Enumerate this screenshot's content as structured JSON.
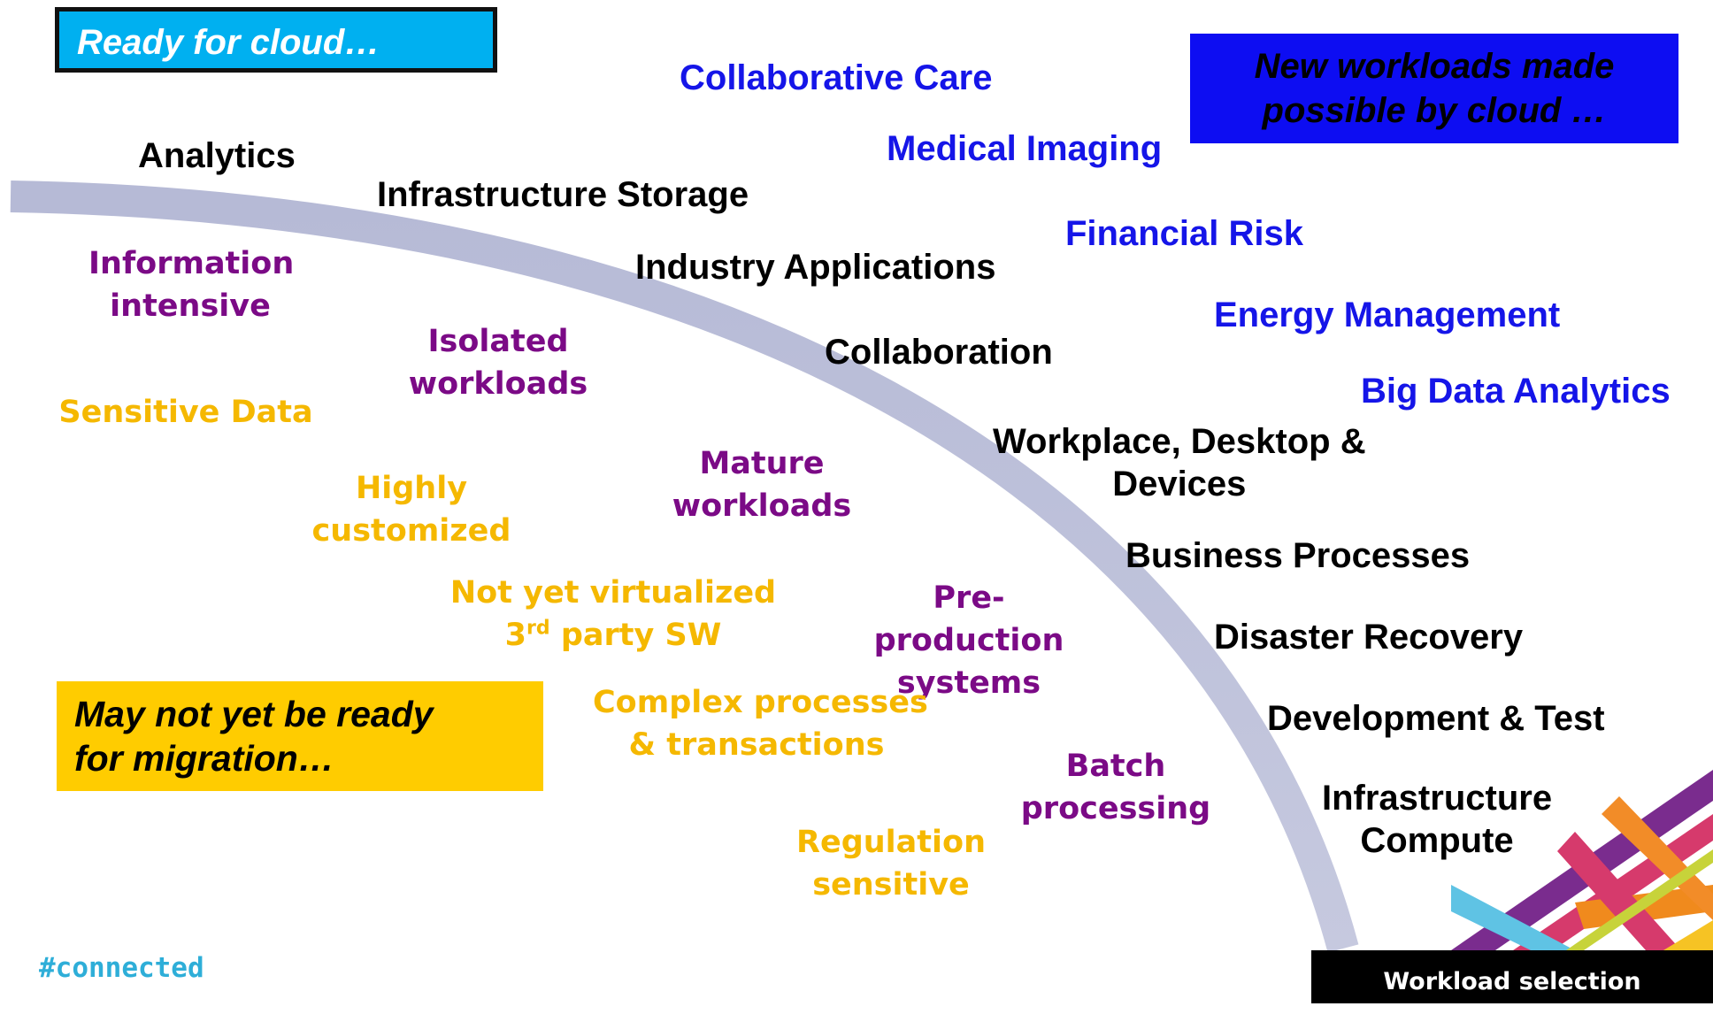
{
  "boxes": {
    "ready": "Ready  for cloud…",
    "new_line1": "New workloads made",
    "new_line2": "possible by cloud …",
    "may_line1": "May not yet be ready",
    "may_line2": "for migration…"
  },
  "ready_workloads": {
    "analytics": "Analytics",
    "infra_storage": "Infrastructure Storage",
    "industry_apps": "Industry Applications",
    "collaboration": "Collaboration",
    "workplace_line1": "Workplace, Desktop &",
    "workplace_line2": "Devices",
    "business_processes": "Business Processes",
    "disaster_recovery": "Disaster Recovery",
    "dev_test": "Development & Test",
    "infra_compute_line1": "Infrastructure",
    "infra_compute_line2": "Compute"
  },
  "new_workloads": {
    "collaborative_care": "Collaborative Care",
    "medical_imaging": "Medical Imaging",
    "financial_risk": "Financial Risk",
    "energy_management": "Energy Management",
    "big_data": "Big Data Analytics"
  },
  "workload_traits": {
    "info_line1": "Information",
    "info_line2": "intensive",
    "isolated_line1": "Isolated",
    "isolated_line2": "workloads",
    "mature_line1": "Mature",
    "mature_line2": "workloads",
    "pre_line1": "Pre-",
    "pre_line2": "production",
    "pre_line3": "systems",
    "batch_line1": "Batch",
    "batch_line2": "processing"
  },
  "not_ready_traits": {
    "sensitive_data": "Sensitive Data",
    "highly_line1": "Highly",
    "highly_line2": "customized",
    "not_virt_line1": "Not yet virtualized",
    "not_virt_num": "3",
    "not_virt_sup": "rd",
    "not_virt_rest": " party SW",
    "complex_line1": "Complex processes",
    "complex_line2": "& transactions",
    "regulation_line1": "Regulation",
    "regulation_line2": "sensitive"
  },
  "hashtag": "#connected",
  "footer": "Workload selection",
  "colors": {
    "ready_box": "#00b0f0",
    "new_box": "#0d0df2",
    "may_box": "#ffcc00",
    "new_text": "#1515e8",
    "trait_purple": "#7b0a86",
    "trait_yellow": "#f5b800",
    "arc": "#b8bcd8",
    "hashtag": "#2eaed8"
  }
}
